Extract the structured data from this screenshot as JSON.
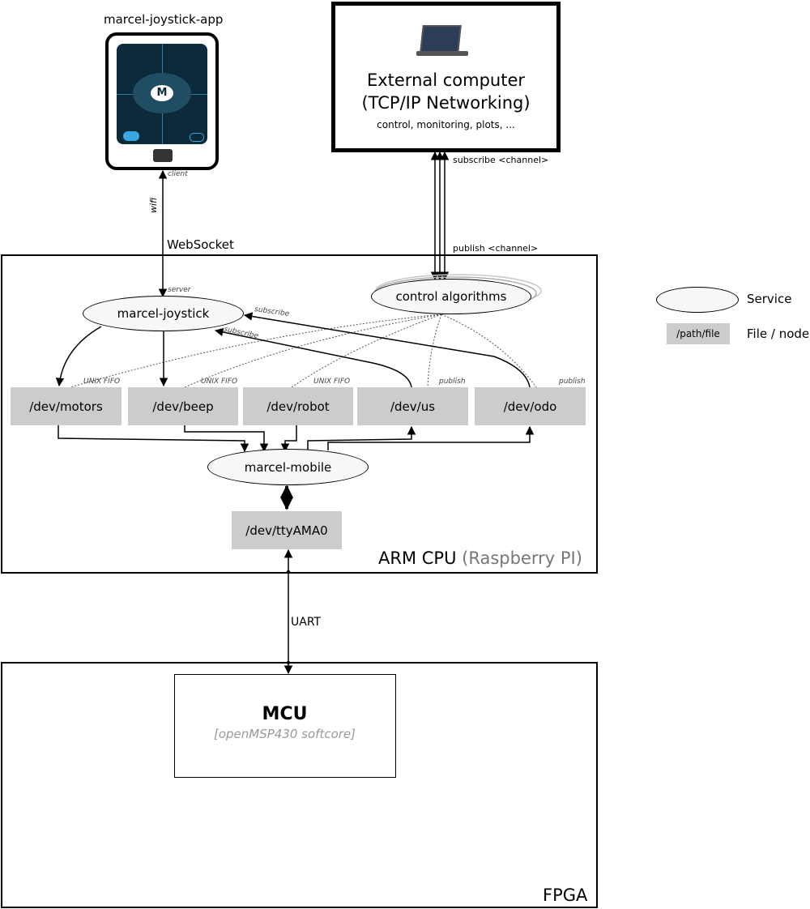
{
  "phone": {
    "title": "marcel-joystick-app",
    "client_tag": "client",
    "link": "wifi"
  },
  "websocket": "WebSocket",
  "server_tag": "server",
  "external": {
    "title": "External computer",
    "subtitle": "(TCP/IP Networking)",
    "tasks": "control, monitoring, plots, ...",
    "subscribe": "subscribe  <channel>",
    "publish": "publish  <channel>"
  },
  "arm": {
    "label": "ARM CPU",
    "sublabel": "(Raspberry PI)"
  },
  "services": {
    "joystick": "marcel-joystick",
    "control": "control algorithms",
    "mobile": "marcel-mobile"
  },
  "nodes": {
    "motors": "/dev/motors",
    "beep": "/dev/beep",
    "robot": "/dev/robot",
    "us": "/dev/us",
    "odo": "/dev/odo",
    "tty": "/dev/ttyAMA0"
  },
  "tags": {
    "fifo": "UNIX FIFO",
    "publish": "publish",
    "subscribe": "subscribe"
  },
  "uart": "UART",
  "fpga": {
    "label": "FPGA",
    "mcu_title": "MCU",
    "mcu_subtitle": "[openMSP430 softcore]"
  },
  "legend": {
    "service": "Service",
    "file_example": "/path/file",
    "file": "File / node"
  },
  "colors": {
    "node_fill": "#cccccc",
    "service_fill": "#f7f7f7",
    "muted": "#777777",
    "screen": "#0d2a3a"
  }
}
